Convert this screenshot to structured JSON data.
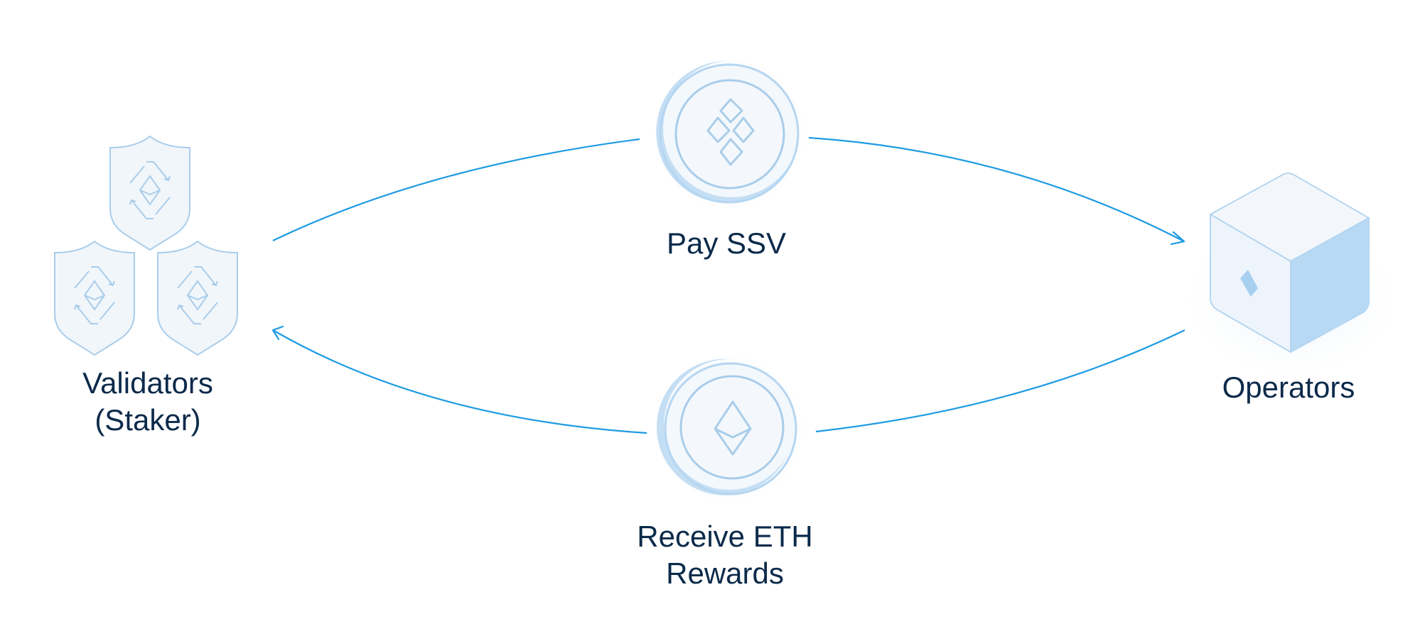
{
  "diagram": {
    "nodes": {
      "validators": {
        "lines": [
          "Validators",
          "(Staker)"
        ],
        "icon": "validator-shield-icon"
      },
      "operators": {
        "lines": [
          "Operators"
        ],
        "icon": "operator-cube-icon"
      },
      "pay": {
        "lines": [
          "Pay SSV"
        ],
        "icon": "ssv-coin-icon"
      },
      "receive": {
        "lines": [
          "Receive ETH",
          "Rewards"
        ],
        "icon": "eth-coin-icon"
      }
    },
    "edges": [
      {
        "from": "validators",
        "to": "operators",
        "via": "pay"
      },
      {
        "from": "operators",
        "to": "validators",
        "via": "receive"
      }
    ],
    "colors": {
      "arrow": "#1e9be3",
      "text": "#0b2a4a",
      "icon_stroke": "#a9cdea",
      "icon_fill": "#f1f6fb",
      "accent": "#b8d9f3"
    }
  }
}
